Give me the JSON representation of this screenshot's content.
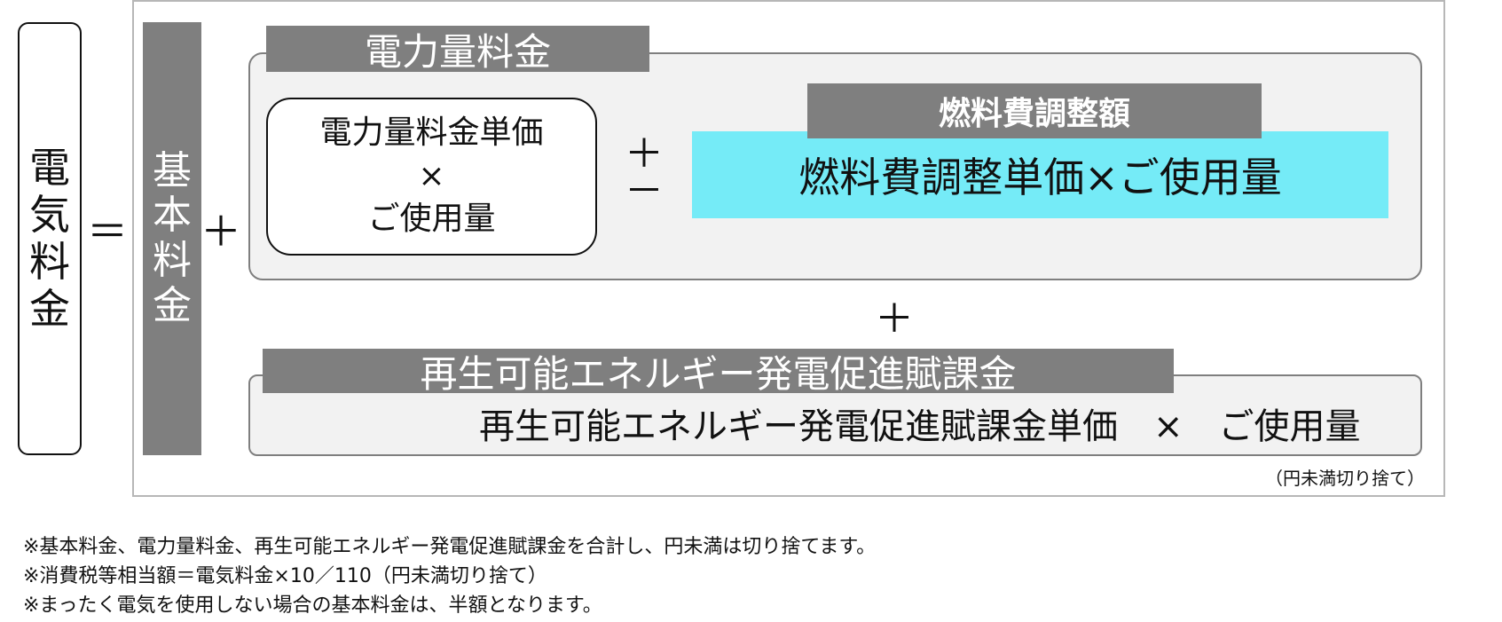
{
  "total": {
    "label": "電気料金",
    "chars": [
      "電",
      "気",
      "料",
      "金"
    ]
  },
  "equals": "＝",
  "basic": {
    "label": "基本料金",
    "chars": [
      "基",
      "本",
      "料",
      "金"
    ]
  },
  "plus": "＋",
  "energy": {
    "header": "電力量料金",
    "unit_lines": [
      "電力量料金単価",
      "×",
      "ご使用量"
    ],
    "plus_minus": [
      "＋",
      "－"
    ],
    "fuel_header": "燃料費調整額",
    "fuel_formula": "燃料費調整単価×ご使用量"
  },
  "plus_between": "＋",
  "renewable": {
    "header": "再生可能エネルギー発電促進賦課金",
    "formula": "再生可能エネルギー発電促進賦課金単価　×　ご使用量"
  },
  "rounding_note": "（円未満切り捨て）",
  "footnotes": [
    "※基本料金、電力量料金、再生可能エネルギー発電促進賦課金を合計し、円未満は切り捨てます。",
    "※消費税等相当額＝電気料金×10／110（円未満切り捨て）",
    "※まったく電気を使用しない場合の基本料金は、半額となります。"
  ],
  "colors": {
    "header_gray": "#7f7f7f",
    "panel_gray": "#f2f2f2",
    "fuel_cyan": "#75ebf7",
    "frame_gray": "#b7b7b7"
  }
}
